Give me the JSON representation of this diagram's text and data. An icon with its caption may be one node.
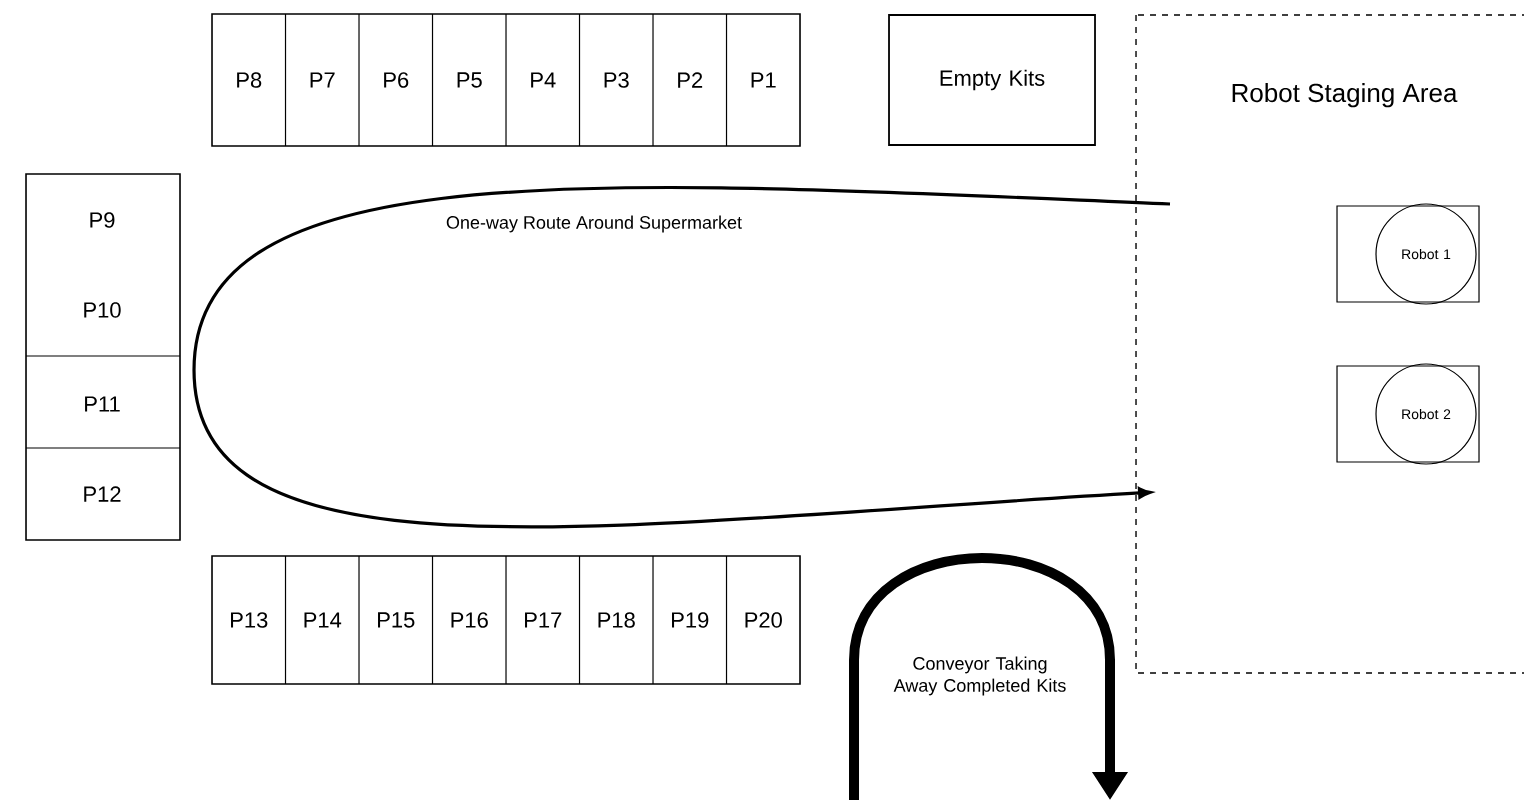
{
  "diagram": {
    "nodes": [
      {
        "text": [
          "P8"
        ]
      },
      {
        "text": [
          "P7"
        ]
      },
      {
        "text": [
          "P6"
        ]
      },
      {
        "text": [
          "P5"
        ]
      },
      {
        "text": [
          "P4"
        ]
      },
      {
        "text": [
          "P3"
        ]
      },
      {
        "text": [
          "P2"
        ]
      },
      {
        "text": [
          "P1"
        ]
      },
      {
        "text": [
          "Empty Kits"
        ]
      },
      {
        "text": [
          "Robot Staging Area"
        ]
      },
      {
        "text": [],
        "shape": "box",
        "in": 9
      },
      {
        "text": [
          "Robot 1"
        ],
        "in": 10
      },
      {
        "text": [],
        "shape": "box",
        "in": 9
      },
      {
        "text": [
          "Robot 2"
        ],
        "in": 12
      },
      {
        "text": [
          "P9"
        ]
      },
      {
        "text": [
          "P10"
        ]
      },
      {
        "text": [
          "P11"
        ]
      },
      {
        "text": [
          "P12"
        ]
      },
      {
        "text": [
          "P13"
        ]
      },
      {
        "text": [
          "P14"
        ]
      },
      {
        "text": [
          "P15"
        ]
      },
      {
        "text": [
          "P16"
        ]
      },
      {
        "text": [
          "P17"
        ]
      },
      {
        "text": [
          "P18"
        ]
      },
      {
        "text": [
          "P19"
        ]
      },
      {
        "text": [
          "P20"
        ]
      }
    ],
    "labels": [
      "One-way Route Around Supermarket",
      "Conveyor Taking Away Completed Kits"
    ]
  }
}
